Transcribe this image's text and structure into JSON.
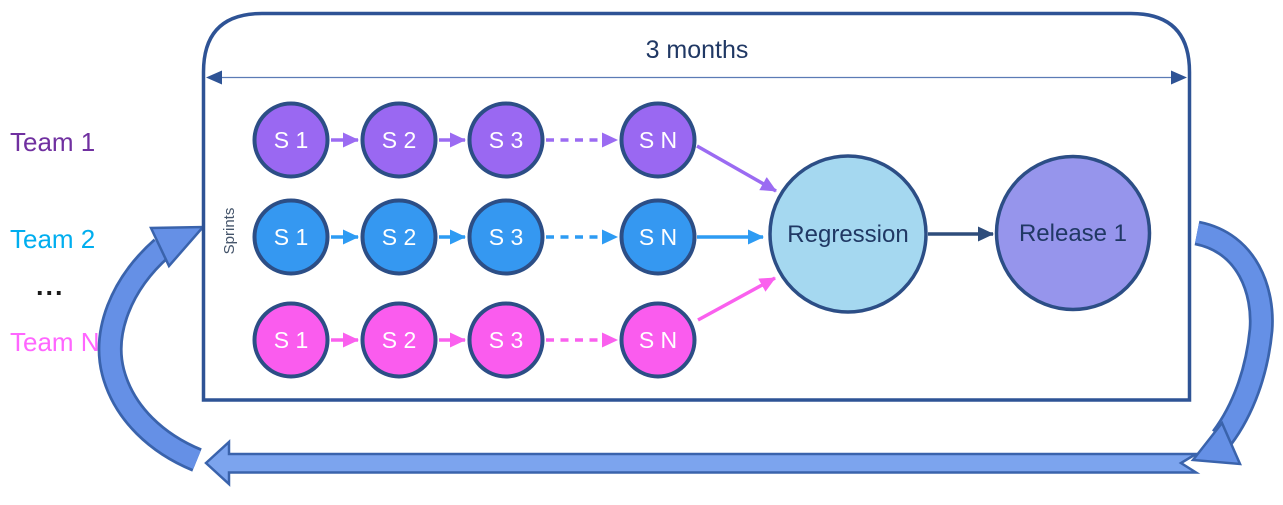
{
  "diagram": {
    "duration_label": "3 months",
    "sprints_axis_label": "Sprints",
    "teams_ellipsis": "...",
    "teams": [
      {
        "label": "Team 1",
        "label_color": "#7030A0",
        "node_fill": "#9A68F2",
        "arrow_color": "#9B6BF2",
        "sprints": [
          "S 1",
          "S 2",
          "S 3",
          "S N"
        ]
      },
      {
        "label": "Team 2",
        "label_color": "#00AEEF",
        "node_fill": "#3598F1",
        "arrow_color": "#2D9BF3",
        "sprints": [
          "S 1",
          "S 2",
          "S 3",
          "S N"
        ]
      },
      {
        "label": "Team N",
        "label_color": "#FF66FF",
        "node_fill": "#FA5CEE",
        "arrow_color": "#FA60EE",
        "sprints": [
          "S 1",
          "S 2",
          "S 3",
          "S N"
        ]
      }
    ],
    "regression": {
      "label": "Regression",
      "fill": "#A5D8F0"
    },
    "release": {
      "label": "Release 1",
      "fill": "#9695EC"
    },
    "colors": {
      "container_border": "#2E5395",
      "node_border": "#2C4E86",
      "dark_text": "#203864",
      "axis_text": "#44546A",
      "handoff_arrow": "#2E4D7B",
      "measure_line": "#5B7BB5",
      "loop_arrow_fill": "#7CA4EE",
      "loop_curve_fill": "#6590E6",
      "loop_arrow_border": "#3A63AC"
    }
  }
}
